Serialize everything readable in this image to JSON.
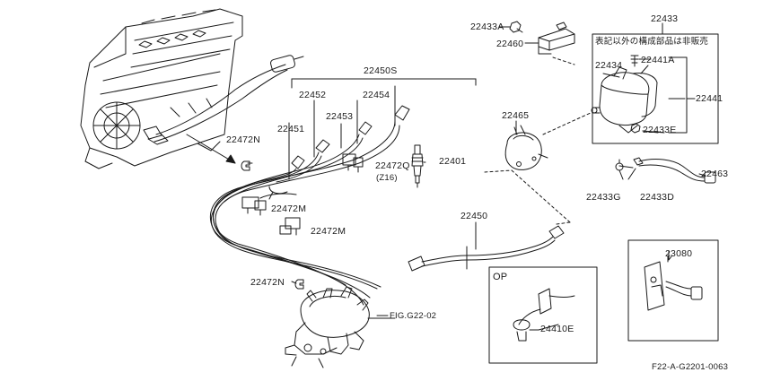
{
  "labels": {
    "p22433A": "22433A",
    "p22460": "22460",
    "p22433": "22433",
    "note_jp": "表記以外の構成部品は非販売",
    "p22434": "22434",
    "p22441A": "22441A",
    "p22441": "22441",
    "p22433E": "22433E",
    "p22450S": "22450S",
    "p22452": "22452",
    "p22454": "22454",
    "p22453": "22453",
    "p22451": "22451",
    "p22465": "22465",
    "p22472N_top": "22472N",
    "p22472Q": "22472Q",
    "p22472Q_sub": "(Z16)",
    "p22401": "22401",
    "p22463": "22463",
    "p22433G": "22433G",
    "p22433D": "22433D",
    "p22472M_a": "22472M",
    "p22472M_b": "22472M",
    "p22450": "22450",
    "p22472N_bot": "22472N",
    "op": "OP",
    "p23080": "23080",
    "p24410E": "24410E",
    "fig_ref": "FIG.G22-02",
    "drawing_code": "F22-A-G2201-0063"
  }
}
